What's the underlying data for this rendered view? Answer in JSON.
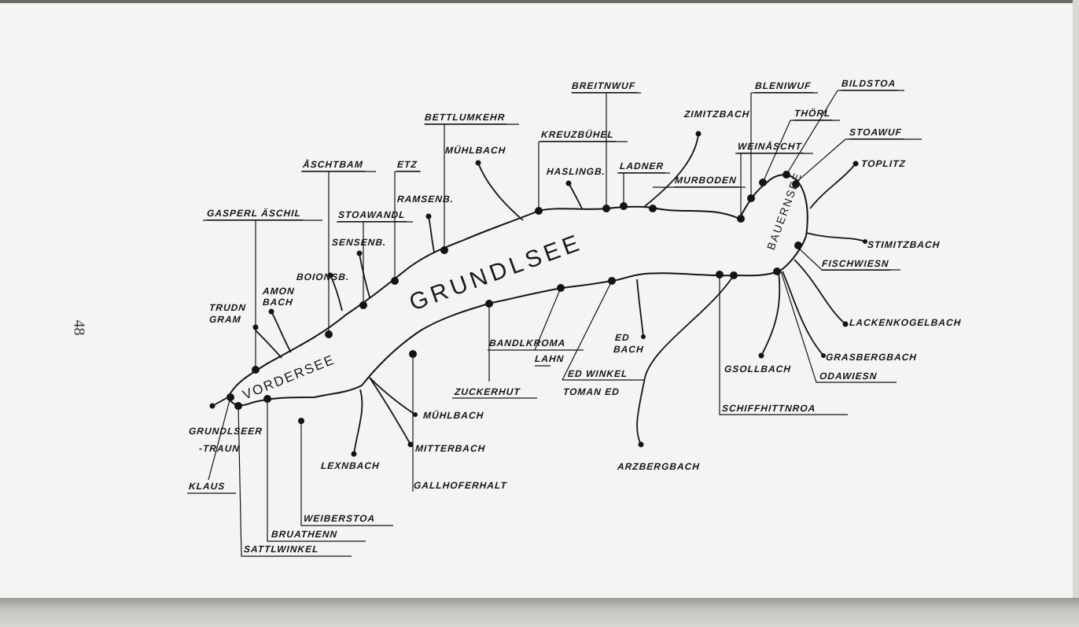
{
  "page_number": "48",
  "lakes": {
    "grundlsee": "GRUNDLSEE",
    "vordersee": "VORDERSEE",
    "bauernsee": "BAUERNSEE"
  },
  "labels": {
    "breitnwuf": "BREITNWUF",
    "bleniwuf": "BLENIWUF",
    "bildstoa": "BILDSTOA",
    "bettlumkehr": "BETTLUMKEHR",
    "kreuzbuehel": "KREUZBÜHEL",
    "zimitzbach": "ZIMITZBACH",
    "thoerl": "THÖRL",
    "stoawuf": "STOAWUF",
    "weinaascht": "WEINÅSCHT",
    "muehlbach_north": "MÜHLBACH",
    "aaschtbam": "ÅSCHTBAM",
    "etz": "ETZ",
    "haslingb": "HASLINGB.",
    "ladner": "LADNER",
    "toplitz": "TOPLITZ",
    "murboden": "MURBODEN",
    "ramsenb": "RAMSENB.",
    "gasperl_aeschil": "GASPERL ÄSCHIL",
    "stoawandl": "STOAWANDL",
    "sensenb": "SENSENB.",
    "stimitzbach": "STIMITZBACH",
    "fischwiesn": "FISCHWIESN",
    "boionsb": "BOIONSB.",
    "amon": "AMON",
    "amon_bach": "BACH",
    "trudn": "TRUDN",
    "trudn_gram": "GRAM",
    "lackenkogelbach": "LACKENKOGELBACH",
    "ed": "ED",
    "ed_bach": "BACH",
    "bandlkroma": "BANDLKROMA",
    "lahn": "LAHN",
    "grasbergbach": "GRASBERGBACH",
    "gsollbach": "GSOLLBACH",
    "odawiesn": "ODAWIESN",
    "ed_winkel": "ED WINKEL",
    "toman_ed": "TOMAN ED",
    "zuckerhut": "ZUCKERHUT",
    "schiffhittnroa": "SCHIFFHITTNROA",
    "muehlbach_south": "MÜHLBACH",
    "grundlseer": "GRUNDLSEER",
    "traun": "-TRAUN",
    "mitterbach": "MITTERBACH",
    "lexnbach": "LEXNBACH",
    "arzbergbach": "ARZBERGBACH",
    "klaus": "KLAUS",
    "gallhoferhalt": "GALLHOFERHALT",
    "weiberstoa": "WEIBERSTOA",
    "bruathenn": "BRUATHENN",
    "sattlwinkel": "SATTLWINKEL"
  }
}
